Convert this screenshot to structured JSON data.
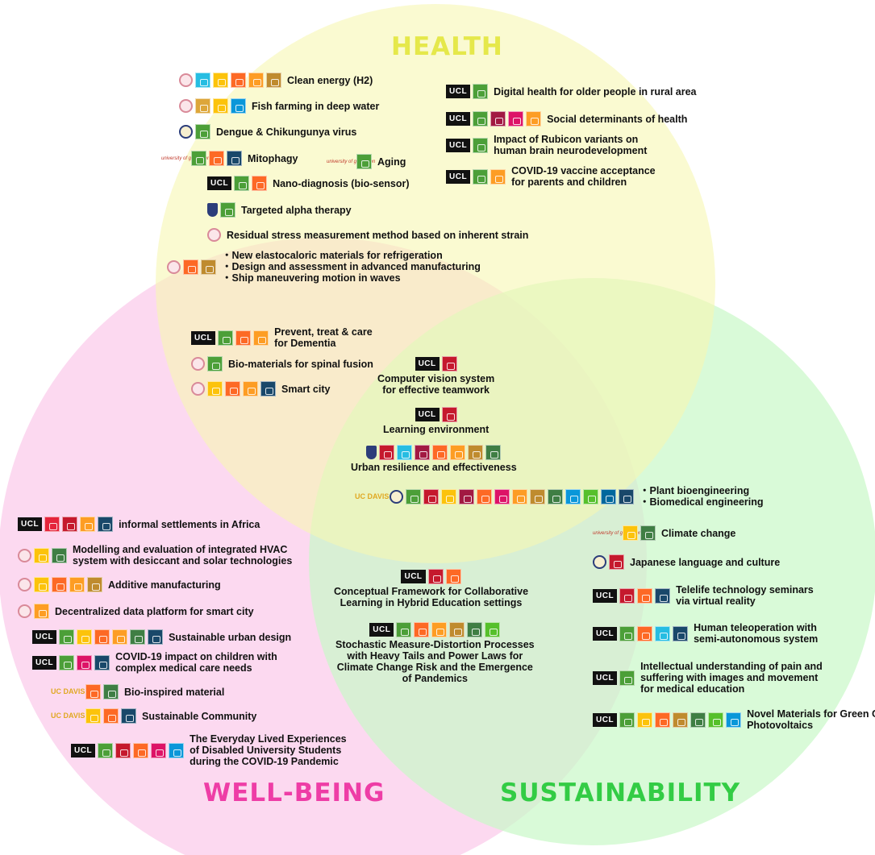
{
  "titles": {
    "health": "HEALTH",
    "wellbeing": "WELL-BEING",
    "sustainability": "SUSTAINABILITY"
  },
  "colors": {
    "health": "#e5e84a",
    "wellbeing": "#ee3da6",
    "sustainability": "#33cc45",
    "health_fill": "#f7f7b3",
    "wellbeing_fill": "#fbc9ea",
    "sustainability_fill": "#c9f8c8"
  },
  "sdg_colors": {
    "1": "#e5243b",
    "2": "#dda63a",
    "3": "#4c9f38",
    "4": "#c5192d",
    "5": "#ff3a21",
    "6": "#26bde2",
    "7": "#fcc30b",
    "8": "#a21942",
    "9": "#fd6925",
    "10": "#dd1367",
    "11": "#fd9d24",
    "12": "#bf8b2e",
    "13": "#3f7e44",
    "14": "#0a97d9",
    "15": "#56c02b",
    "16": "#00689d",
    "17": "#19486a"
  },
  "logo_text": {
    "ucl": "UCL",
    "groningen": "university of groningen",
    "ucdavis": "UC DAVIS"
  },
  "items": [
    {
      "id": "clean-energy",
      "label": "Clean energy (H2)",
      "logos": [
        "seal-red"
      ],
      "sdgs": [
        "6",
        "7",
        "9",
        "11",
        "12"
      ]
    },
    {
      "id": "fish-farming",
      "label": "Fish farming in deep water",
      "logos": [
        "seal-red"
      ],
      "sdgs": [
        "2",
        "7",
        "14"
      ]
    },
    {
      "id": "dengue",
      "label": "Dengue & Chikungunya virus",
      "logos": [
        "seal-blue"
      ],
      "sdgs": [
        "3"
      ]
    },
    {
      "id": "mitophagy",
      "label": "Mitophagy",
      "logos": [
        "groningen"
      ],
      "sdgs": [
        "3",
        "9",
        "17"
      ]
    },
    {
      "id": "aging",
      "label": "Aging",
      "logos": [
        "groningen"
      ],
      "sdgs": [
        "3"
      ]
    },
    {
      "id": "nano-diagnosis",
      "label": "Nano-diagnosis (bio-sensor)",
      "logos": [
        "ucl"
      ],
      "sdgs": [
        "3",
        "9"
      ]
    },
    {
      "id": "alpha-therapy",
      "label": "Targeted alpha therapy",
      "logos": [
        "shield"
      ],
      "sdgs": [
        "3"
      ]
    },
    {
      "id": "residual-stress",
      "label": "Residual stress measurement method based on inherent strain",
      "logos": [
        "seal-red"
      ],
      "sdgs": []
    },
    {
      "id": "manufacturing-list",
      "lines": [
        "・New elastocaloric materials for refrigeration",
        "・Design and assessment in advanced manufacturing",
        "・Ship maneuvering motion in waves"
      ],
      "logos": [
        "seal-red"
      ],
      "sdgs": [
        "9",
        "12"
      ]
    },
    {
      "id": "digital-health",
      "label": "Digital health for older people in rural area",
      "logos": [
        "ucl"
      ],
      "sdgs": [
        "3"
      ]
    },
    {
      "id": "social-determinants",
      "label": "Social determinants of health",
      "logos": [
        "ucl"
      ],
      "sdgs": [
        "3",
        "8",
        "10",
        "11"
      ]
    },
    {
      "id": "rubicon",
      "lines": [
        "Impact of Rubicon variants on",
        "human brain neurodevelopment"
      ],
      "logos": [
        "ucl"
      ],
      "sdgs": [
        "3"
      ]
    },
    {
      "id": "covid-vaccine",
      "lines": [
        "COVID-19 vaccine acceptance",
        "for parents and children"
      ],
      "logos": [
        "ucl"
      ],
      "sdgs": [
        "3",
        "11"
      ]
    },
    {
      "id": "dementia",
      "lines": [
        "Prevent, treat & care",
        "for Dementia"
      ],
      "logos": [
        "ucl"
      ],
      "sdgs": [
        "3",
        "9",
        "11"
      ]
    },
    {
      "id": "spinal-fusion",
      "label": "Bio-materials for spinal fusion",
      "logos": [
        "seal-red"
      ],
      "sdgs": [
        "3"
      ]
    },
    {
      "id": "smart-city",
      "label": "Smart city",
      "logos": [
        "seal-red"
      ],
      "sdgs": [
        "7",
        "9",
        "11",
        "17"
      ]
    },
    {
      "id": "computer-vision",
      "lines": [
        "Computer vision system",
        "for effective teamwork"
      ],
      "logos": [
        "ucl"
      ],
      "sdgs": [
        "4"
      ]
    },
    {
      "id": "learning-env",
      "label": "Learning environment",
      "logos": [
        "ucl"
      ],
      "sdgs": [
        "4"
      ]
    },
    {
      "id": "urban-resilience",
      "label": "Urban resilience and effectiveness",
      "logos": [
        "shield"
      ],
      "sdgs": [
        "4",
        "6",
        "8",
        "9",
        "11",
        "12",
        "13"
      ]
    },
    {
      "id": "bioengineering",
      "lines": [
        "・Plant bioengineering",
        "・Biomedical engineering"
      ],
      "logos": [
        "ucdavis",
        "seal-blue"
      ],
      "sdgs": [
        "3",
        "4",
        "7",
        "8",
        "9",
        "10",
        "11",
        "12",
        "13",
        "14",
        "15",
        "16",
        "17"
      ]
    },
    {
      "id": "informal-settlements",
      "label": "informal settlements in Africa",
      "logos": [
        "ucl"
      ],
      "sdgs": [
        "1",
        "4",
        "11",
        "17"
      ]
    },
    {
      "id": "hvac",
      "lines": [
        "Modelling and evaluation of integrated HVAC",
        "system with desiccant and solar technologies"
      ],
      "logos": [
        "seal-red"
      ],
      "sdgs": [
        "7",
        "13"
      ]
    },
    {
      "id": "additive",
      "label": "Additive manufacturing",
      "logos": [
        "seal-red"
      ],
      "sdgs": [
        "7",
        "9",
        "11",
        "12"
      ]
    },
    {
      "id": "decentralized",
      "label": "Decentralized data platform for smart city",
      "logos": [
        "seal-red"
      ],
      "sdgs": [
        "11"
      ]
    },
    {
      "id": "urban-design",
      "label": "Sustainable urban design",
      "logos": [
        "ucl"
      ],
      "sdgs": [
        "3",
        "7",
        "9",
        "11",
        "13",
        "17"
      ]
    },
    {
      "id": "covid-children",
      "lines": [
        "COVID-19 impact on children with",
        "complex medical care needs"
      ],
      "logos": [
        "ucl"
      ],
      "sdgs": [
        "3",
        "10",
        "17"
      ]
    },
    {
      "id": "bio-inspired",
      "label": "Bio-inspired material",
      "logos": [
        "ucdavis"
      ],
      "sdgs": [
        "9",
        "13"
      ]
    },
    {
      "id": "sustainable-community",
      "label": "Sustainable Community",
      "logos": [
        "ucdavis"
      ],
      "sdgs": [
        "7",
        "9",
        "17"
      ]
    },
    {
      "id": "disabled-students",
      "lines": [
        "The Everyday Lived Experiences",
        "of Disabled University Students",
        "during the COVID-19 Pandemic"
      ],
      "logos": [
        "ucl"
      ],
      "sdgs": [
        "3",
        "4",
        "9",
        "10",
        "14"
      ]
    },
    {
      "id": "conceptual",
      "lines": [
        "Conceptual Framework for Collaborative",
        "Learning in Hybrid Education settings"
      ],
      "logos": [
        "ucl"
      ],
      "sdgs": [
        "4",
        "9"
      ]
    },
    {
      "id": "stochastic",
      "lines": [
        "Stochastic Measure-Distortion Processes",
        "with Heavy Tails and Power Laws for",
        "Climate Change Risk and the Emergence",
        "of Pandemics"
      ],
      "logos": [
        "ucl"
      ],
      "sdgs": [
        "3",
        "9",
        "11",
        "12",
        "13",
        "15"
      ]
    },
    {
      "id": "climate-change",
      "label": "Climate change",
      "logos": [
        "groningen"
      ],
      "sdgs": [
        "7",
        "13"
      ]
    },
    {
      "id": "japanese",
      "label": "Japanese language and culture",
      "logos": [
        "seal-blue"
      ],
      "sdgs": [
        "4"
      ]
    },
    {
      "id": "telelife",
      "lines": [
        "Telelife technology seminars",
        "via virtual reality"
      ],
      "logos": [
        "ucl"
      ],
      "sdgs": [
        "4",
        "9",
        "17"
      ]
    },
    {
      "id": "teleoperation",
      "lines": [
        "Human teleoperation with",
        "semi-autonomous system"
      ],
      "logos": [
        "ucl"
      ],
      "sdgs": [
        "3",
        "9",
        "6",
        "17"
      ]
    },
    {
      "id": "pain",
      "lines": [
        "Intellectual understanding of pain and",
        "suffering with images and movement",
        "for medical education"
      ],
      "logos": [
        "ucl"
      ],
      "sdgs": [
        "3"
      ]
    },
    {
      "id": "photovoltaics",
      "lines": [
        "Novel Materials for Green Organic",
        "Photovoltaics"
      ],
      "logos": [
        "ucl"
      ],
      "sdgs": [
        "3",
        "7",
        "9",
        "12",
        "13",
        "15",
        "14"
      ]
    }
  ]
}
